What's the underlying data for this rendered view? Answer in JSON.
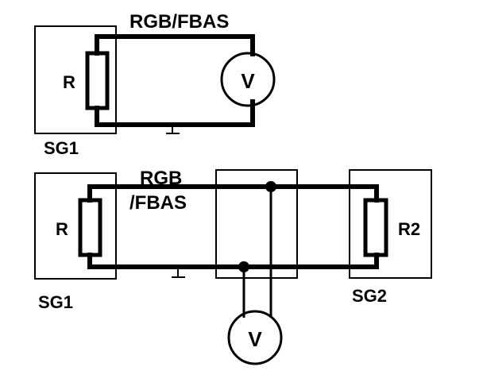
{
  "colors": {
    "ink": "#000000",
    "background": "#ffffff"
  },
  "top_circuit": {
    "signal_label": "RGB/FBAS",
    "resistor_label": "R",
    "meter_label": "V",
    "box_label": "SG1"
  },
  "bottom_circuit": {
    "signal_label_line1": "RGB",
    "signal_label_line2": "/FBAS",
    "resistor_left_label": "R",
    "resistor_right_label": "R2",
    "meter_label": "V",
    "box_left_label": "SG1",
    "box_right_label": "SG2"
  }
}
